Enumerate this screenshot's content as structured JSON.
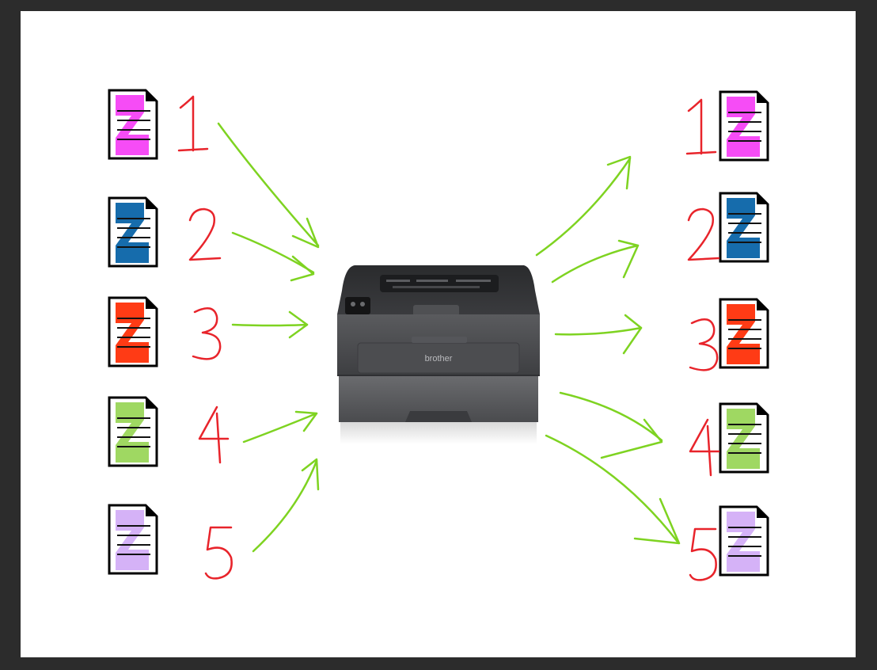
{
  "diagram": {
    "colors": {
      "background": "#2c2c2c",
      "canvas": "#ffffff",
      "arrow": "#7ed321",
      "number": "#e8242b",
      "doc_outline": "#000000"
    },
    "printer": {
      "brand": "brother",
      "icon": "laser-printer"
    },
    "input_queue": [
      {
        "label": "1",
        "color": "#f542f5"
      },
      {
        "label": "2",
        "color": "#0a64a8"
      },
      {
        "label": "3",
        "color": "#ff3008"
      },
      {
        "label": "4",
        "color": "#9ad65a"
      },
      {
        "label": "5",
        "color": "#d3aef7"
      }
    ],
    "output_queue": [
      {
        "label": "1",
        "color": "#f542f5"
      },
      {
        "label": "2",
        "color": "#0a64a8"
      },
      {
        "label": "3",
        "color": "#ff3008"
      },
      {
        "label": "4",
        "color": "#9ad65a"
      },
      {
        "label": "5",
        "color": "#d3aef7"
      }
    ]
  }
}
